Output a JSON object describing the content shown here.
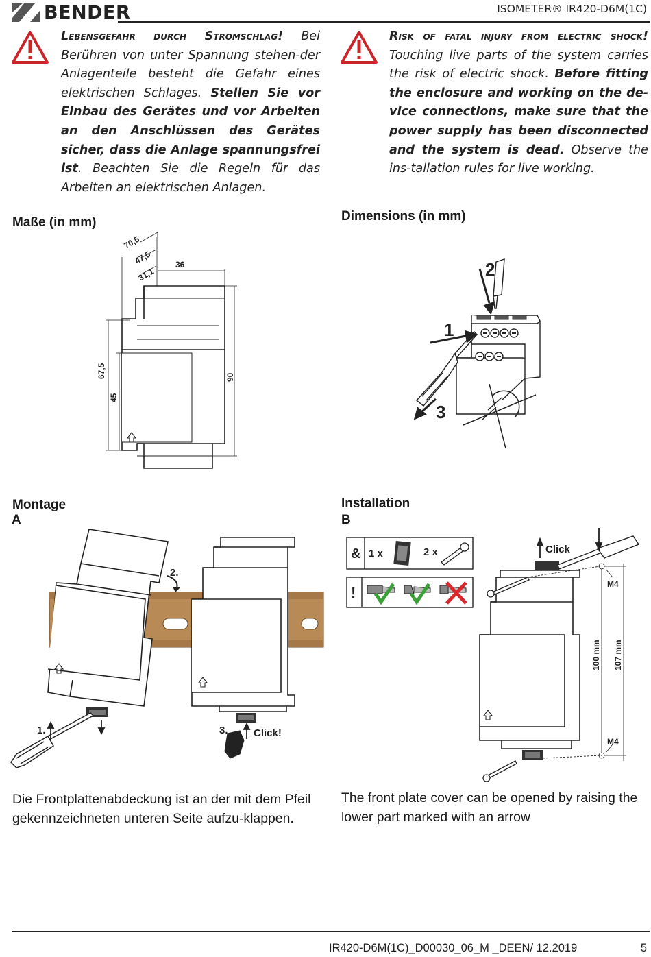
{
  "header": {
    "brand": "BENDER",
    "product_title": "ISOMETER® IR420-D6M(1C)"
  },
  "warning_de": {
    "title": "Lebensgefahr durch Stromschlag!",
    "text1": " Bei Berühren von unter Spannung stehen-der Anlagenteile besteht die Gefahr eines elektrischen Schlages. ",
    "bold": "Stellen Sie vor Einbau des Gerätes und vor Arbeiten an den Anschlüssen des Gerätes sicher, dass die Anlage spannungsfrei ist",
    "text2": ". Beachten Sie die Regeln für das Arbeiten an elektrischen Anlagen."
  },
  "warning_en": {
    "title": "Risk of fatal injury from electric shock!",
    "text1": " Touching live parts of the system carries the risk of electric shock. ",
    "bold": "Before fitting the enclosure and working on the de-vice connections, make sure that the power supply has been disconnected and the system is dead.",
    "text2": " Observe the ins-tallation rules for live working."
  },
  "sections": {
    "dimensions_de": "Maße (in mm)",
    "dimensions_en": "Dimensions (in mm)",
    "mounting_de": "Montage",
    "mounting_en": "Installation",
    "label_a": "A",
    "label_b": "B"
  },
  "dim_drawing": {
    "d70": "70,5",
    "d47": "47,5",
    "d31": "31,1",
    "d36": "36",
    "d67": "67,5",
    "d45": "45",
    "d90": "90"
  },
  "terminal_drawing": {
    "step1": "1",
    "step2": "2",
    "step3": "3"
  },
  "mount_a": {
    "step1": "1.",
    "step2": "2.",
    "step3": "3.",
    "click": "Click!"
  },
  "mount_b": {
    "qty_clip": "1 x",
    "qty_screw": "2 x",
    "amp": "&",
    "excl": "!",
    "click": "Click",
    "m4_top": "M4",
    "m4_bottom": "M4",
    "d100": "100 mm",
    "d107": "107 mm"
  },
  "captions": {
    "de": "Die Frontplattenabdeckung ist an der mit dem Pfeil gekennzeichneten unteren Seite aufzu-klappen.",
    "en": "The front plate cover can be opened by raising the lower part marked with an arrow"
  },
  "footer": {
    "doc_id": "IR420-D6M(1C)_D00030_06_M _DEEN/ 12.2019",
    "page": "5"
  },
  "colors": {
    "warning_red": "#c9262c",
    "rail_brown": "#b88a56",
    "check_green": "#3aa037",
    "cross_red": "#d8282c"
  }
}
